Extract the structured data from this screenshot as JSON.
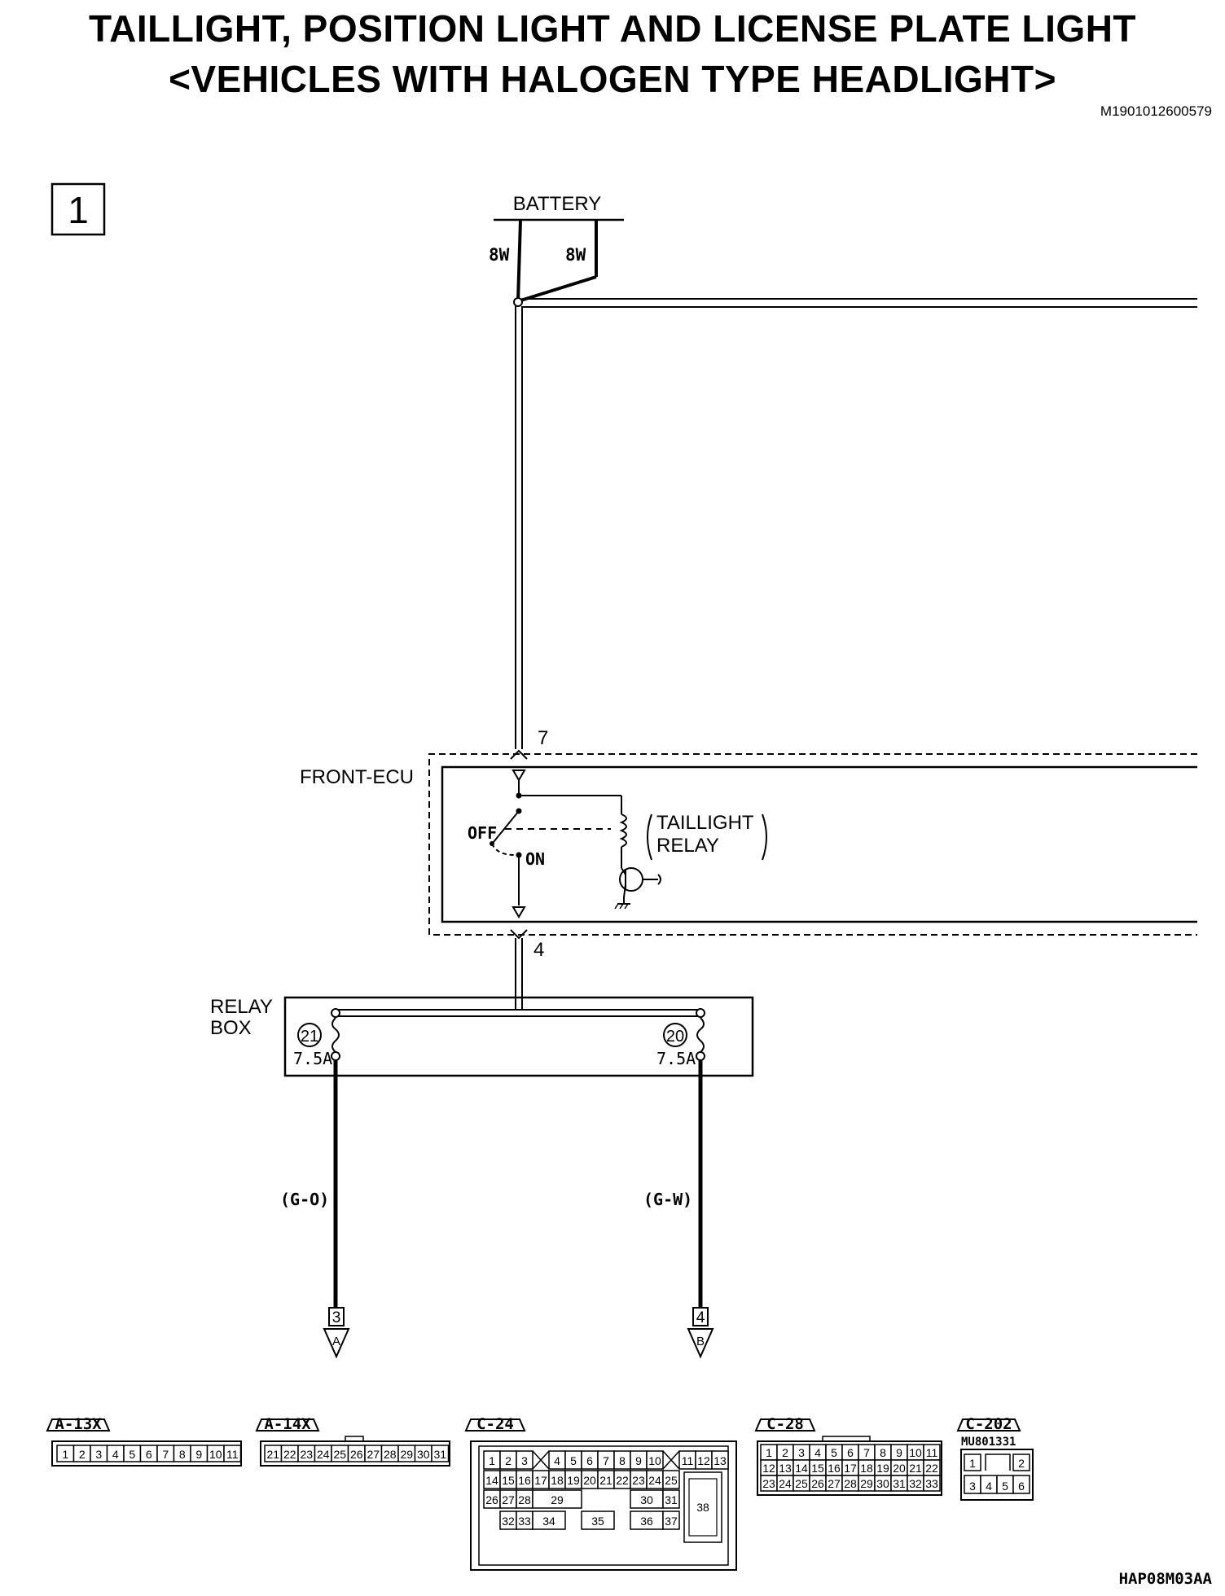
{
  "header": {
    "title_line1": "TAILLIGHT, POSITION LIGHT AND LICENSE PLATE LIGHT",
    "title_line2": "<VEHICLES WITH HALOGEN TYPE HEADLIGHT>",
    "doc_id": "M1901012600579"
  },
  "diagram": {
    "section_number": "1",
    "battery": {
      "label": "BATTERY",
      "wire_left": "8W",
      "wire_right": "8W"
    },
    "front_ecu": {
      "label": "FRONT-ECU",
      "pin_in": "7",
      "pin_out": "4",
      "switch_off": "OFF",
      "switch_on": "ON",
      "relay_line1": "TAILLIGHT",
      "relay_line2": "RELAY"
    },
    "relay_box": {
      "label_line1": "RELAY",
      "label_line2": "BOX",
      "fuses": [
        {
          "number": "21",
          "rating": "7.5A"
        },
        {
          "number": "20",
          "rating": "7.5A"
        }
      ]
    },
    "wires": [
      {
        "color": "(G-O)",
        "terminal": "3",
        "destination": "A"
      },
      {
        "color": "(G-W)",
        "terminal": "4",
        "destination": "B"
      }
    ],
    "connectors": {
      "a13x": {
        "label": "A-13X",
        "pins": [
          "1",
          "2",
          "3",
          "4",
          "5",
          "6",
          "7",
          "8",
          "9",
          "10",
          "11"
        ]
      },
      "a14x": {
        "label": "A-14X",
        "pins": [
          "21",
          "22",
          "23",
          "24",
          "25",
          "26",
          "27",
          "28",
          "29",
          "30",
          "31"
        ]
      },
      "c24": {
        "label": "C-24",
        "row1": [
          "1",
          "2",
          "3",
          "4",
          "5",
          "6",
          "7",
          "8",
          "9",
          "10",
          "11",
          "12",
          "13"
        ],
        "row2": [
          "14",
          "15",
          "16",
          "17",
          "18",
          "19",
          "20",
          "21",
          "22",
          "23",
          "24",
          "25"
        ],
        "row3": [
          "26",
          "27",
          "28",
          "29",
          "30",
          "31",
          "38"
        ],
        "row4": [
          "32",
          "33",
          "34",
          "35",
          "36",
          "37"
        ]
      },
      "c28": {
        "label": "C-28",
        "row1": [
          "1",
          "2",
          "3",
          "4",
          "5",
          "6",
          "7",
          "8",
          "9",
          "10",
          "11"
        ],
        "row2": [
          "12",
          "13",
          "14",
          "15",
          "16",
          "17",
          "18",
          "19",
          "20",
          "21",
          "22"
        ],
        "row3": [
          "23",
          "24",
          "25",
          "26",
          "27",
          "28",
          "29",
          "30",
          "31",
          "32",
          "33"
        ]
      },
      "c202": {
        "label": "C-202",
        "part_no": "MU801331",
        "row1": [
          "1",
          "2"
        ],
        "row2": [
          "3",
          "4",
          "5",
          "6"
        ]
      }
    },
    "figure_code": "HAP08M03AA"
  }
}
